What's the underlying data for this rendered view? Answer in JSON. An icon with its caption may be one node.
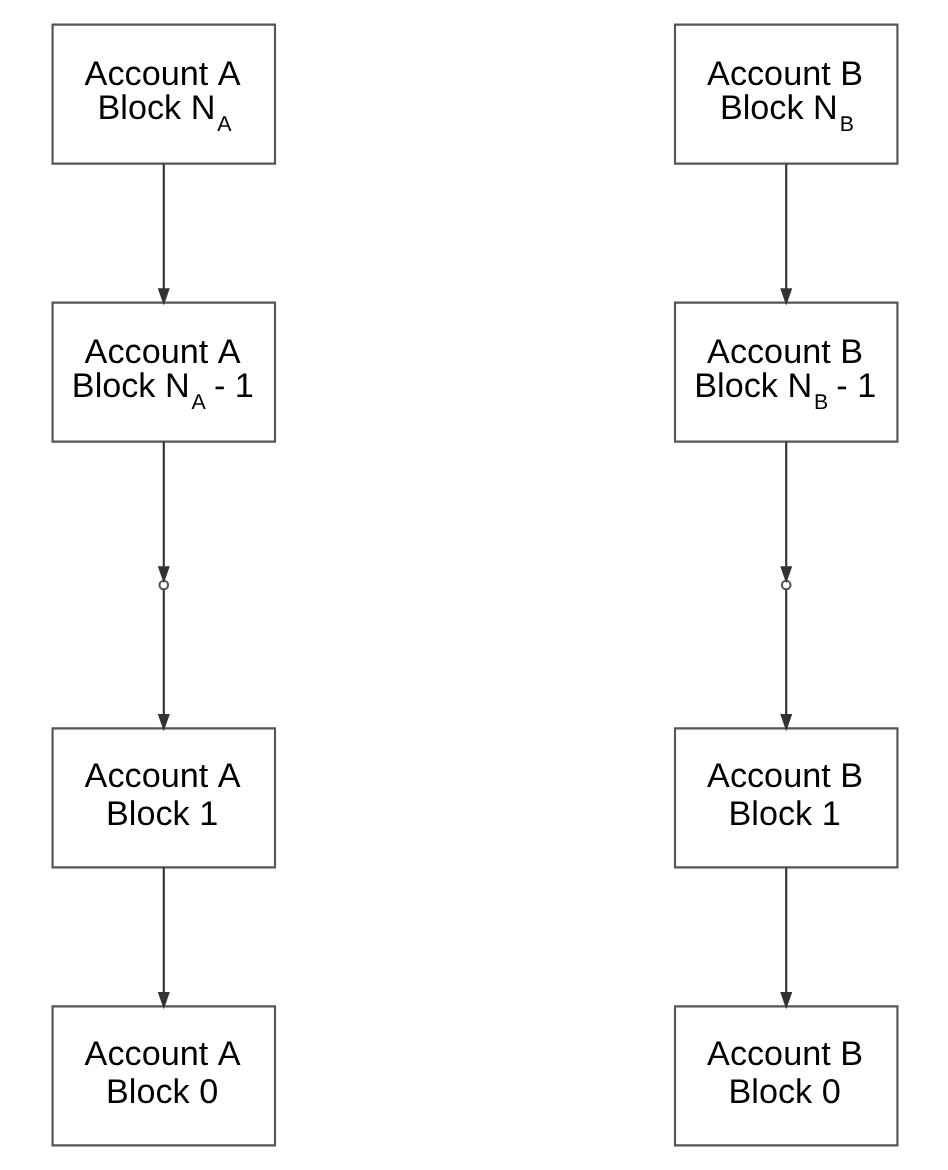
{
  "diagram": {
    "nodes": [
      {
        "text": [
          "Account A Block N$_{A}$"
        ]
      },
      {
        "text": [
          "Account B Block N$_{B}$"
        ]
      },
      {
        "text": [
          "Account A Block N$_{A}$ - 1"
        ]
      },
      {
        "text": [
          "Account B Block N$_{B}$ - 1"
        ]
      },
      {
        "text": [],
        "shape": "dots"
      },
      {
        "text": [],
        "shape": "dots"
      },
      {
        "text": [
          "Account A Block 1"
        ]
      },
      {
        "text": [
          "Account B Block 1"
        ]
      },
      {
        "text": [
          "Account A Block 0"
        ]
      },
      {
        "text": [
          "Account B Block 0"
        ]
      }
    ],
    "edges": [
      {
        "from": 0,
        "to": 2,
        "arrow": "to"
      },
      {
        "from": 2,
        "to": 4,
        "arrow": "to"
      },
      {
        "from": 4,
        "to": 6,
        "arrow": "to"
      },
      {
        "from": 6,
        "to": 8,
        "arrow": "to"
      },
      {
        "from": 1,
        "to": 3,
        "arrow": "to"
      },
      {
        "from": 3,
        "to": 5,
        "arrow": "to"
      },
      {
        "from": 5,
        "to": 7,
        "arrow": "to"
      },
      {
        "from": 7,
        "to": 9,
        "arrow": "to"
      }
    ]
  }
}
